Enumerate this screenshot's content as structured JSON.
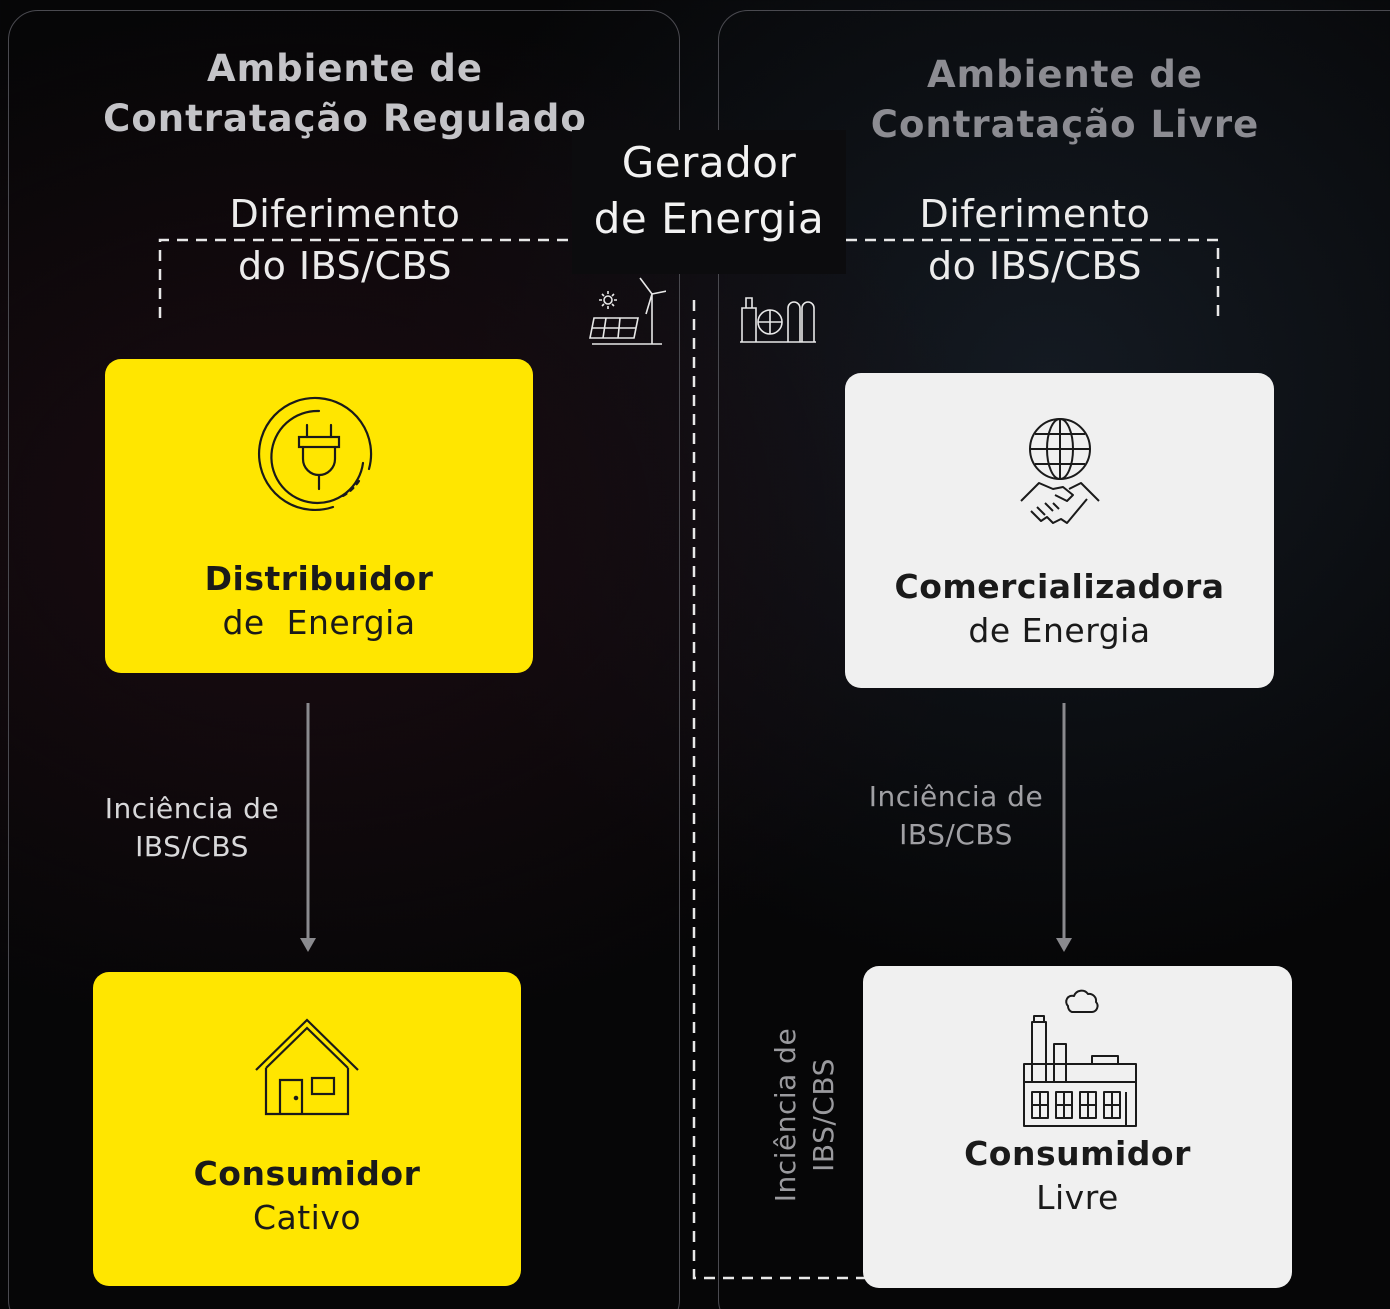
{
  "regulated": {
    "title_line1": "Ambiente de",
    "title_line2": "Contratação Regulado",
    "deferral_line1": "Diferimento",
    "deferral_line2": "do IBS/CBS",
    "incidence_line1": "Inciência de",
    "incidence_line2": "IBS/CBS",
    "distributor": {
      "name": "Distribuidor",
      "sub": "de  Energia",
      "icon": "plug-icon"
    },
    "consumer": {
      "name": "Consumidor",
      "sub": "Cativo",
      "icon": "house-icon"
    }
  },
  "free": {
    "title_line1": "Ambiente de",
    "title_line2": "Contratação Livre",
    "deferral_line1": "Diferimento",
    "deferral_line2": "do IBS/CBS",
    "incidence_line1": "Inciência de",
    "incidence_line2": "IBS/CBS",
    "incidence_vertical_line1": "Inciência de",
    "incidence_vertical_line2": "IBS/CBS",
    "trader": {
      "name": "Comercializadora",
      "sub": "de Energia",
      "icon": "globe-handshake-icon"
    },
    "consumer": {
      "name": "Consumidor",
      "sub": "Livre",
      "icon": "factory-icon"
    }
  },
  "generator": {
    "line1": "Gerador",
    "line2": "de Energia",
    "icons": [
      "solar-wind-icon",
      "power-plant-icon"
    ]
  },
  "colors": {
    "yellow": "#ffe600",
    "white_card": "#f0f0f0",
    "background": "#060607"
  }
}
